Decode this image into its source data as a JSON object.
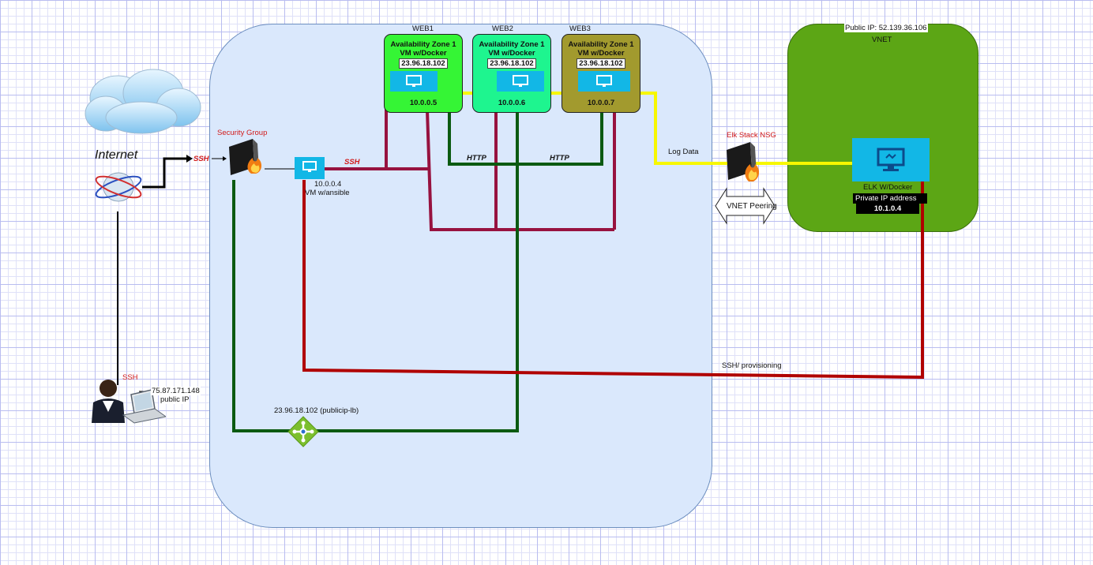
{
  "colors": {
    "region_fill": "#dae8fc",
    "vnet_fill": "#5ca615",
    "zone1_fill": "#35f535",
    "zone2_fill": "#1ef58f",
    "zone3_fill": "#a29a2e",
    "vm_fill": "#12b7e6",
    "wire_green": "#0b5a11",
    "wire_maroon": "#97123f",
    "wire_red": "#b00000",
    "wire_yellow": "#f7f700",
    "label_red": "#d21a1a"
  },
  "web_labels": [
    "WEB1",
    "WEB2",
    "WEB3"
  ],
  "zones": [
    {
      "line1": "Availability Zone 1",
      "line2": "VM w/Docker",
      "public_ip": "23.96.18.102",
      "private_ip": "10.0.0.5",
      "vm_icon": "monitor-icon"
    },
    {
      "line1": "Availability Zone 1",
      "line2": "VM w/Docker",
      "public_ip": "23.96.18.102",
      "private_ip": "10.0.0.6",
      "vm_icon": "monitor-icon"
    },
    {
      "line1": "Availability Zone 1",
      "line2": "VM w/Docker",
      "public_ip": "23.96.18.102",
      "private_ip": "10.0.0.7",
      "vm_icon": "monitor-icon"
    }
  ],
  "internet": {
    "label": "Internet",
    "ssh_label": "SSH"
  },
  "security_group": {
    "label": "Security Group",
    "icon": "firewall-icon"
  },
  "jumpbox": {
    "ip": "10.0.0.4",
    "name": "VM w/ansible",
    "ssh_label": "SSH",
    "vm_badge": "VM"
  },
  "http_labels": [
    "HTTP",
    "HTTP"
  ],
  "log_data_label": "Log Data",
  "elk_nsg": {
    "label": "Elk Stack NSG",
    "icon": "firewall-icon"
  },
  "vnet_peering": {
    "label": "VNET Peering"
  },
  "vnet": {
    "public_ip": "Public IP: 52.139.36.106",
    "label": "VNET",
    "elk_name": "ELK W/Docker",
    "private_ip_label": "Private IP address",
    "private_ip": "10.1.0.4"
  },
  "provisioning_label": "SSH/ provisioning",
  "user": {
    "ssh_label": "SSH",
    "ip": "75.87.171.148",
    "ip_label": "public IP",
    "icon": "user-laptop-icon"
  },
  "load_balancer": {
    "label": "23.96.18.102 (publicip-lb)",
    "icon": "load-balancer-icon"
  }
}
